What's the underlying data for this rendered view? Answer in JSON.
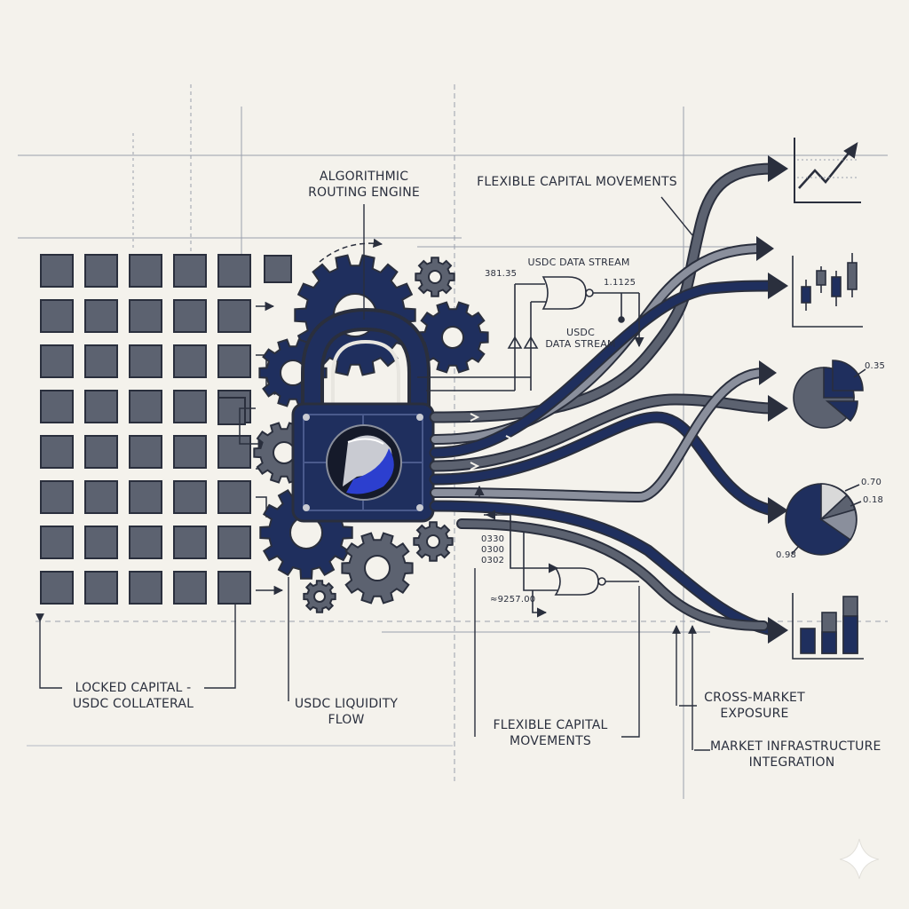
{
  "labels": {
    "engine": [
      "ALGORITHMIC",
      "ROUTING ENGINE"
    ],
    "flex_top": "FLEXIBLE CAPITAL MOVEMENTS",
    "data_stream_top": "USDC DATA STREAM",
    "data_stream_mid": [
      "USDC",
      "DATA STREAM"
    ],
    "locked": [
      "LOCKED CAPITAL -",
      "USDC COLLATERAL"
    ],
    "liquidity": [
      "USDC LIQUIDITY",
      "FLOW"
    ],
    "flex_bottom": [
      "FLEXIBLE CAPITAL",
      "MOVEMENTS"
    ],
    "cross_market": [
      "CROSS-MARKET",
      "EXPOSURE"
    ],
    "infra": [
      "MARKET INFRASTRUCTURE",
      "INTEGRATION"
    ]
  },
  "readouts": {
    "r1": "381.35",
    "r2": "1.1125",
    "r3": [
      "0330",
      "0300",
      "0302"
    ],
    "r4": "≈9257.00"
  },
  "pie_labels": {
    "p1": "0.35",
    "p2a": "0.70",
    "p2b": "0.18",
    "p2c": "0.98"
  },
  "icons": [
    "lock-icon",
    "gear-icon",
    "logic-gate-icon",
    "line-chart-icon",
    "candlestick-chart-icon",
    "pie-chart-icon",
    "bar-chart-icon"
  ],
  "colors": {
    "background": "#f4f2ec",
    "navy": "#1f2f5e",
    "slate": "#5c6270",
    "ink": "#2a2f3d",
    "accent_blue": "#2c3fcf"
  }
}
